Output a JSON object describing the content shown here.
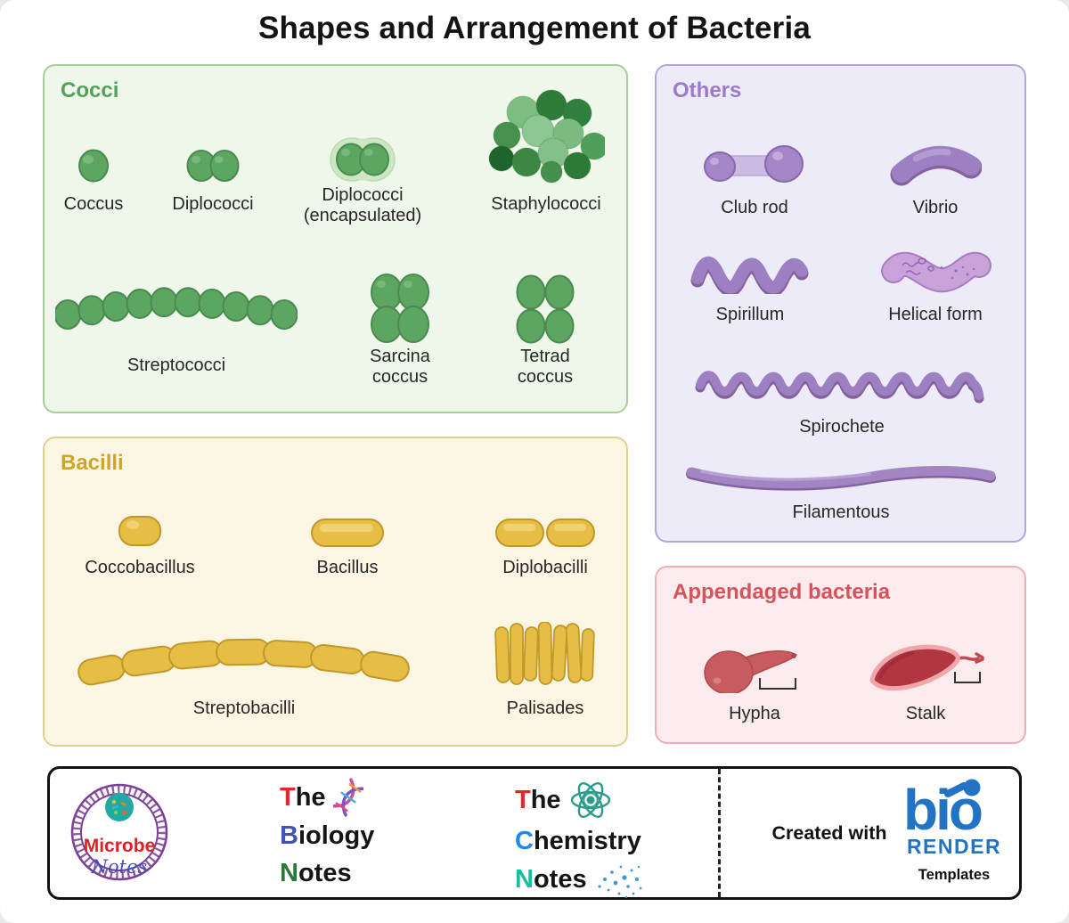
{
  "title": "Shapes and Arrangement of Bacteria",
  "colors": {
    "cocci_accent": "#56a05b",
    "bacilli_accent": "#d0a42b",
    "others_accent": "#9c7bc6",
    "appendaged_accent": "#d8525c",
    "bacteria_green": "#5da661",
    "bacteria_yellow": "#e7be45",
    "bacteria_purple": "#9c80c1",
    "bacteria_red": "#c65c5d",
    "biorender_blue": "#2273c4"
  },
  "cocci": {
    "header": "Cocci",
    "items": {
      "coccus": {
        "label": "Coccus"
      },
      "diplococci": {
        "label": "Diplococci"
      },
      "diplococci_encapsulated": {
        "label": "Diplococci",
        "label2": "(encapsulated)"
      },
      "staphylococci": {
        "label": "Staphylococci"
      },
      "streptococci": {
        "label": "Streptococci"
      },
      "sarcina": {
        "label": "Sarcina",
        "label2": "coccus"
      },
      "tetrad": {
        "label": "Tetrad",
        "label2": "coccus"
      }
    }
  },
  "bacilli": {
    "header": "Bacilli",
    "items": {
      "coccobacillus": {
        "label": "Coccobacillus"
      },
      "bacillus": {
        "label": "Bacillus"
      },
      "diplobacilli": {
        "label": "Diplobacilli"
      },
      "streptobacilli": {
        "label": "Streptobacilli"
      },
      "palisades": {
        "label": "Palisades"
      }
    }
  },
  "others": {
    "header": "Others",
    "items": {
      "club_rod": {
        "label": "Club rod"
      },
      "vibrio": {
        "label": "Vibrio"
      },
      "spirillum": {
        "label": "Spirillum"
      },
      "helical_form": {
        "label": "Helical form"
      },
      "spirochete": {
        "label": "Spirochete"
      },
      "filamentous": {
        "label": "Filamentous"
      }
    }
  },
  "appendaged": {
    "header": "Appendaged bacteria",
    "items": {
      "hypha": {
        "label": "Hypha"
      },
      "stalk": {
        "label": "Stalk"
      }
    }
  },
  "footer": {
    "microbe_notes": {
      "line1": "Microbe",
      "line2": "Notes"
    },
    "biology_notes": {
      "w1_initial": "T",
      "w1_rest": "he",
      "w2_initial": "B",
      "w2_rest": "iology",
      "w3_initial": "N",
      "w3_rest": "otes"
    },
    "chemistry_notes": {
      "w1_initial": "T",
      "w1_rest": "he",
      "w2_initial": "C",
      "w2_rest": "hemistry",
      "w3_initial": "N",
      "w3_rest": "otes"
    },
    "created_with": "Created with",
    "biorender": {
      "bio": "bio",
      "render": "RENDER",
      "templates": "Templates"
    }
  }
}
